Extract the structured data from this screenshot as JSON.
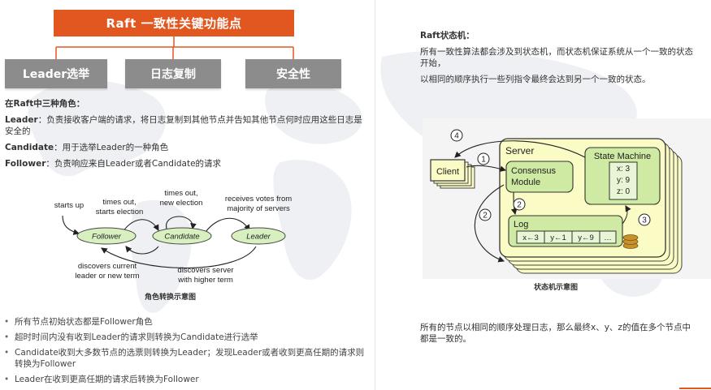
{
  "left": {
    "title": "Raft 一致性关键功能点",
    "categories": [
      "Leader选举",
      "日志复制",
      "安全性"
    ],
    "roles_heading": "在Raft中三种角色：",
    "roles": [
      {
        "name": "Leader",
        "sep": "：",
        "desc": "负责接收客户端的请求，将日志复制到其他节点并告知其他节点何时应用这些日志是安全的"
      },
      {
        "name": "Candidate",
        "sep": "：",
        "desc": "用于选举Leader的一种角色"
      },
      {
        "name": "Follower",
        "sep": "：",
        "desc": "负责响应来自Leader或者Candidate的请求"
      }
    ],
    "state_diagram": {
      "states": [
        "Follower",
        "Candidate",
        "Leader"
      ],
      "labels": {
        "starts_up": "starts up",
        "timeout_start_1": "times out,",
        "timeout_start_2": "starts election",
        "timeout_new_1": "times out,",
        "timeout_new_2": "new election",
        "votes_1": "receives votes from",
        "votes_2": "majority of servers",
        "discover_current_1": "discovers current",
        "discover_current_2": "leader or new term",
        "discover_higher_1": "discovers server",
        "discover_higher_2": "with higher term"
      },
      "caption": "角色转换示意图"
    },
    "bullets": [
      "所有节点初始状态都是Follower角色",
      "超时时间内没有收到Leader的请求则转换为Candidate进行选举",
      "Candidate收到大多数节点的选票则转换为Leader；发现Leader或者收到更高任期的请求则转换为Follower",
      "Leader在收到更高任期的请求后转换为Follower"
    ]
  },
  "right": {
    "heading": "Raft状态机：",
    "paragraphs": [
      "所有一致性算法都会涉及到状态机，而状态机保证系统从一个一致的状态开始，",
      "以相同的顺序执行一些列指令最终会达到另一个一致的状态。"
    ],
    "sm_diagram": {
      "client": "Client",
      "server": "Server",
      "consensus_1": "Consensus",
      "consensus_2": "Module",
      "state_machine": "State Machine",
      "vars": [
        "x: 3",
        "y: 9",
        "z: 0"
      ],
      "log": "Log",
      "entries": [
        "x←3",
        "y←1",
        "y←9",
        "…"
      ],
      "steps": [
        "1",
        "2",
        "2",
        "3",
        "4"
      ]
    },
    "sm_caption": "状态机示意图",
    "bottom_text": "所有的节点以相同的顺序处理日志，那么最终x、y、z的值在多个节点中都是一致的。"
  },
  "colors": {
    "accent": "#e2571f",
    "category_gray": "#8c8c8c",
    "state_fill": "#d8f0c0",
    "server_fill": "#fbfbc6",
    "module_fill": "#cfeaa2"
  }
}
